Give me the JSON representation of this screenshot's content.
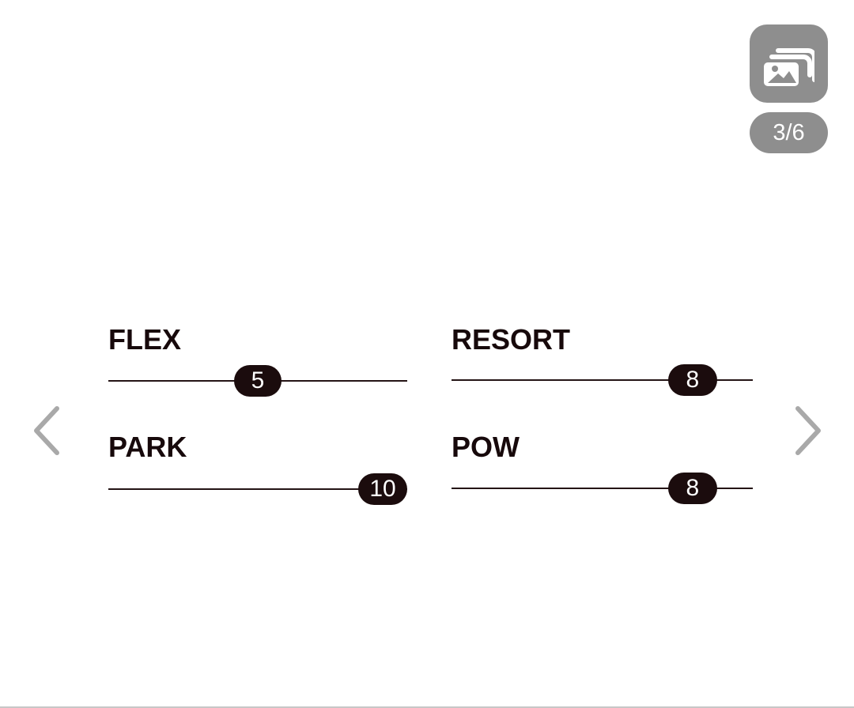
{
  "toolbar": {
    "gallery_icon": "image-gallery-icon",
    "page_counter": "3/6"
  },
  "navigation": {
    "previous_icon": "chevron-left-icon",
    "next_icon": "chevron-right-icon"
  },
  "stats": [
    {
      "label": "FLEX",
      "value": "5",
      "level": 0.5
    },
    {
      "label": "RESORT",
      "value": "8",
      "level": 0.8
    },
    {
      "label": "PARK",
      "value": "10",
      "level": 1.0
    },
    {
      "label": "POW",
      "value": "8",
      "level": 0.8
    }
  ],
  "colors": {
    "control_gray": "#8e8e8e",
    "ink": "#17090b"
  }
}
